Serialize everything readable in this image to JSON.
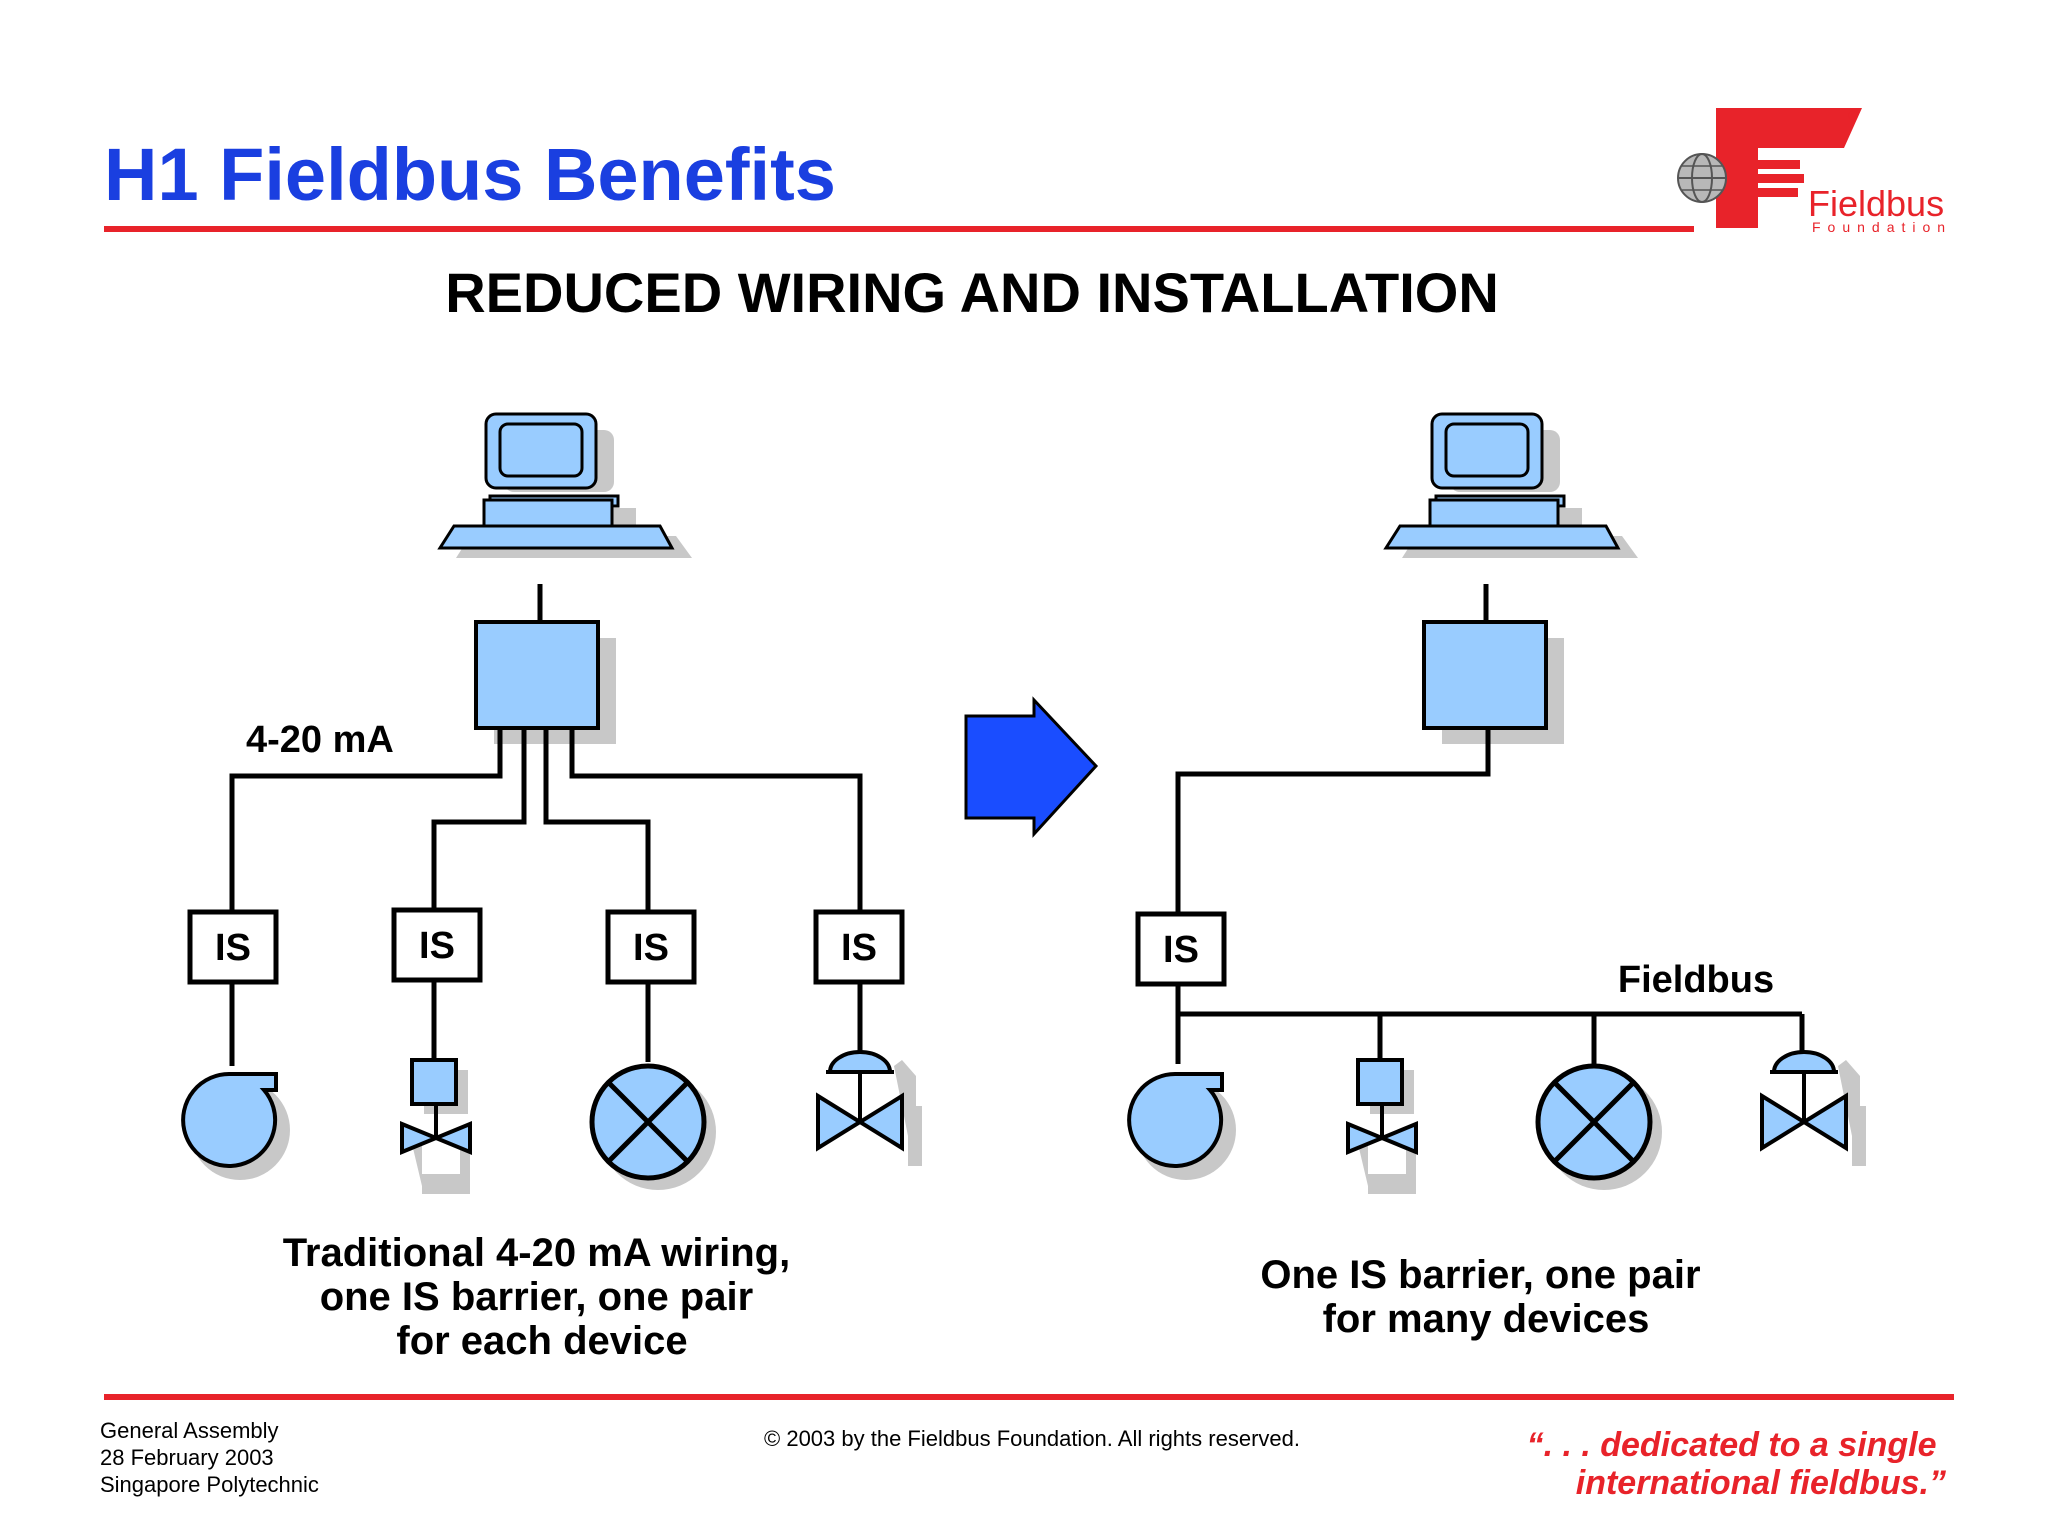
{
  "slide": {
    "title": "H1 Fieldbus Benefits",
    "subtitle": "REDUCED WIRING AND INSTALLATION"
  },
  "logo": {
    "name": "Fieldbus",
    "tagline": "Foundation",
    "registered": "®"
  },
  "left_diagram": {
    "signal_label": "4-20 mA",
    "barrier_labels": [
      "IS",
      "IS",
      "IS",
      "IS"
    ],
    "caption_lines": [
      "Traditional 4-20 mA wiring,",
      "one IS barrier, one pair",
      "for each device"
    ]
  },
  "right_diagram": {
    "barrier_label": "IS",
    "bus_label": "Fieldbus",
    "caption_lines": [
      "One IS barrier, one pair",
      "for many devices"
    ]
  },
  "footer": {
    "event_lines": [
      "General Assembly",
      "28 February 2003",
      "Singapore Polytechnic"
    ],
    "copyright": "© 2003 by the Fieldbus Foundation.  All rights reserved.",
    "quote_lines": [
      "“. . . dedicated to a single",
      "international fieldbus.”"
    ]
  },
  "colors": {
    "title_blue": "#1a3fe0",
    "accent_red": "#e8232a",
    "device_fill": "#99ccff",
    "arrow_blue": "#1a4dff",
    "shadow": "#c8c8c8"
  },
  "icons": [
    "computer-workstation-icon",
    "control-system-box-icon",
    "pump-icon",
    "valve-icon",
    "flow-meter-icon",
    "control-valve-icon",
    "right-arrow-icon",
    "fieldbus-foundation-logo"
  ]
}
